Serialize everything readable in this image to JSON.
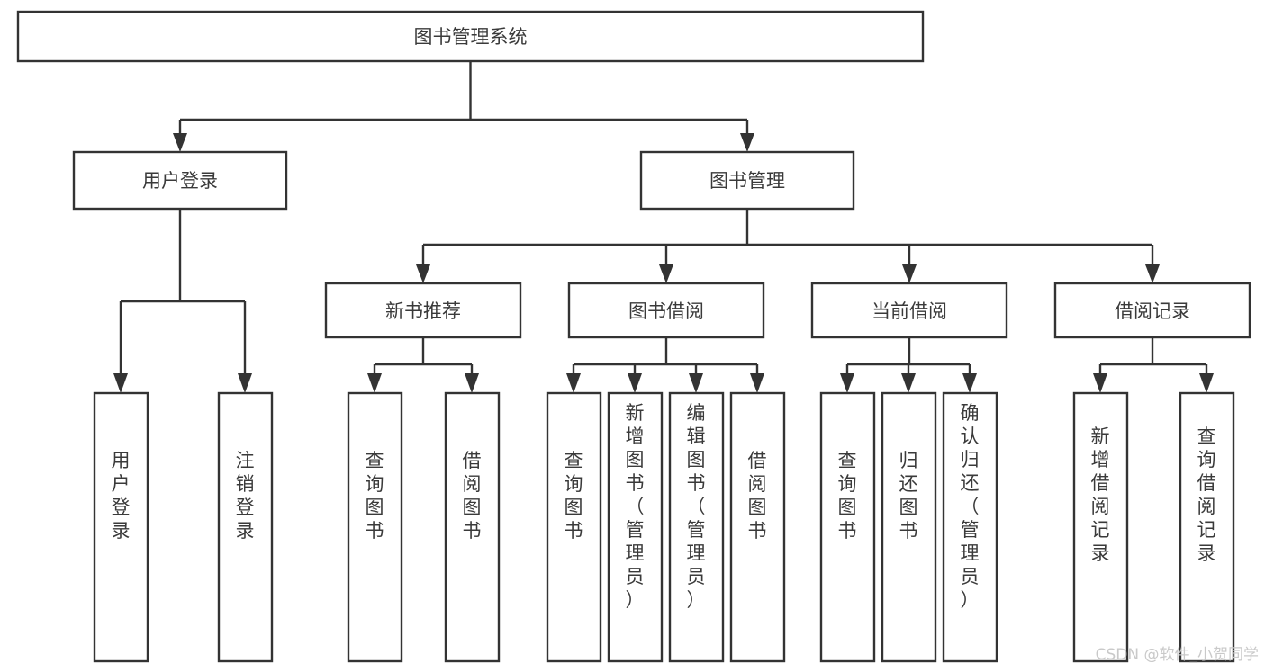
{
  "diagram": {
    "type": "tree-hierarchy",
    "title": "图书管理系统",
    "watermark": "CSDN @软件_小贺同学",
    "colors": {
      "box_fill": "#ffffff",
      "box_stroke": "#333333",
      "text": "#3a3a3a",
      "background": "#ffffff",
      "watermark": "#c9c9c9"
    },
    "levels": {
      "root": {
        "label": "图书管理系统"
      },
      "level2": [
        {
          "id": "user-login",
          "label": "用户登录"
        },
        {
          "id": "book-management",
          "label": "图书管理"
        }
      ],
      "level3": [
        {
          "id": "new-book-recommend",
          "label": "新书推荐",
          "parent": "book-management"
        },
        {
          "id": "book-borrow",
          "label": "图书借阅",
          "parent": "book-management"
        },
        {
          "id": "current-borrow",
          "label": "当前借阅",
          "parent": "book-management"
        },
        {
          "id": "borrow-record",
          "label": "借阅记录",
          "parent": "book-management"
        }
      ],
      "leaves": {
        "user-login": [
          {
            "id": "leaf-user-login",
            "label": "用户登录"
          },
          {
            "id": "leaf-logout-login",
            "label": "注销登录"
          }
        ],
        "new-book-recommend": [
          {
            "id": "leaf-query-book-1",
            "label": "查询图书"
          },
          {
            "id": "leaf-borrow-book-1",
            "label": "借阅图书"
          }
        ],
        "book-borrow": [
          {
            "id": "leaf-query-book-2",
            "label": "查询图书"
          },
          {
            "id": "leaf-add-book",
            "label": "新增图书（管理员）"
          },
          {
            "id": "leaf-edit-book",
            "label": "编辑图书（管理员）"
          },
          {
            "id": "leaf-borrow-book-2",
            "label": "借阅图书"
          }
        ],
        "current-borrow": [
          {
            "id": "leaf-query-book-3",
            "label": "查询图书"
          },
          {
            "id": "leaf-return-book",
            "label": "归还图书"
          },
          {
            "id": "leaf-confirm-return",
            "label": "确认归还（管理员）"
          }
        ],
        "borrow-record": [
          {
            "id": "leaf-add-record",
            "label": "新增借阅记录"
          },
          {
            "id": "leaf-query-record",
            "label": "查询借阅记录"
          }
        ]
      }
    }
  }
}
